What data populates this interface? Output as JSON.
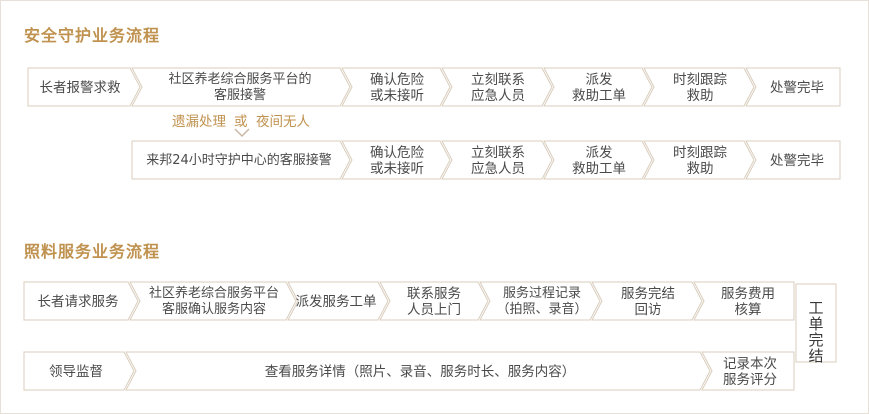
{
  "security": {
    "title": "安全守护业务流程",
    "row1": [
      "长者报警求救",
      "社区养老综合服务平台的\n客服接警",
      "确认危险\n或未接听",
      "立刻联系\n应急人员",
      "派发\n救助工单",
      "时刻跟踪\n救助",
      "处警完毕"
    ],
    "note": {
      "left": "遗漏处理",
      "mid": "或",
      "right": "夜间无人"
    },
    "row2": [
      "来邦24小时守护中心的客服接警",
      "确认危险\n或未接听",
      "立刻联系\n应急人员",
      "派发\n救助工单",
      "时刻跟踪\n救助",
      "处警完毕"
    ]
  },
  "care": {
    "title": "照料服务业务流程",
    "row1": [
      "长者请求服务",
      "社区养老综合服务平台\n客服确认服务内容",
      "派发服务工单",
      "联系服务\n人员上门",
      "服务过程记录\n（拍照、录音）",
      "服务完结\n回访",
      "服务费用\n核算"
    ],
    "row2": [
      "领导监督",
      "查看服务详情（照片、录音、服务时长、服务内容）",
      "记录本次\n服务评分"
    ],
    "complete": "工\n单\n完\n结"
  },
  "colors": {
    "accent": "#c0924f",
    "box_border": "#d9cdbd",
    "box_fill": "#ffffff",
    "box_alt_fill": "#f7f4ef"
  }
}
